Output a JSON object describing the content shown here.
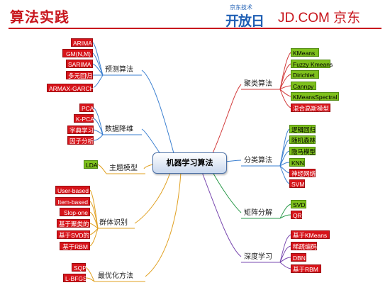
{
  "header": {
    "title": "算法实践",
    "logo_small": "京东技术",
    "logo_big": "开放日",
    "brand": "JD.COM 京东"
  },
  "center": "机器学习算法",
  "left_branches": [
    {
      "label": "预测算法",
      "leaves": [
        "ARIMA",
        "GM(N,M)",
        "SARIMA",
        "多元回归",
        "ARMAX-GARCH"
      ]
    },
    {
      "label": "数据降维",
      "leaves": [
        "PCA",
        "K-PCA",
        "字典学习",
        "因子分析"
      ]
    },
    {
      "label": "主题模型",
      "leaves": [
        "LDA"
      ]
    },
    {
      "label": "群体识别",
      "leaves": [
        "User-based",
        "Item-based",
        "Slop-one",
        "基于聚类的",
        "基于SVD的",
        "基于RBM"
      ]
    },
    {
      "label": "最优化方法",
      "leaves": [
        "SQP",
        "L-BFGS"
      ]
    }
  ],
  "right_branches": [
    {
      "label": "聚类算法",
      "leaves": [
        "KMeans",
        "Fuzzy Kmeans",
        "Dirichlet",
        "Cannpy",
        "KMeansSpectral",
        "混合高斯模型"
      ]
    },
    {
      "label": "分类算法",
      "leaves": [
        "逻辑回归",
        "随机森林",
        "隐马模型",
        "KNN",
        "神经网络",
        "SVM"
      ]
    },
    {
      "label": "矩阵分解",
      "leaves": [
        "SVD",
        "QR"
      ]
    },
    {
      "label": "深度学习",
      "leaves": [
        "基于KMeans",
        "稀疏编码",
        "DBN",
        "基于RBM"
      ]
    }
  ],
  "branch_colors": {
    "预测算法": "#3a7fd0",
    "数据降维": "#3a7fd0",
    "主题模型": "#e0a020",
    "群体识别": "#e0a020",
    "最优化方法": "#e0a020",
    "聚类算法": "#d23a3a",
    "分类算法": "#3a7fd0",
    "矩阵分解": "#2a9a4a",
    "深度学习": "#7a4ab0"
  },
  "leaf_colors": {
    "red": "#d7141a",
    "green": "#7ec01c"
  }
}
